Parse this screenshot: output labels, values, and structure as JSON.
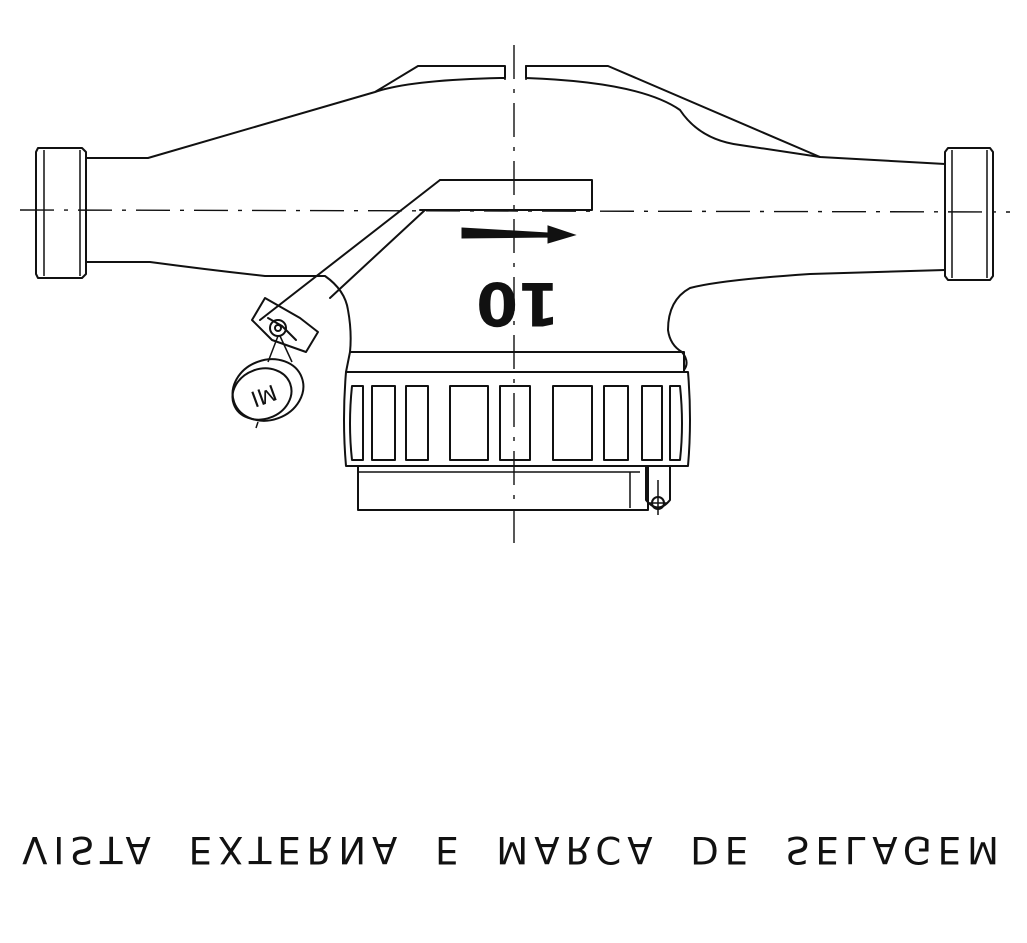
{
  "drawing": {
    "flow_marking": "10",
    "seal_marking": "MI",
    "caption": "VISTA EXTERNA E MARCA DE SELAGEM",
    "ink_color": "#111111",
    "paper_color": "#ffffff"
  }
}
